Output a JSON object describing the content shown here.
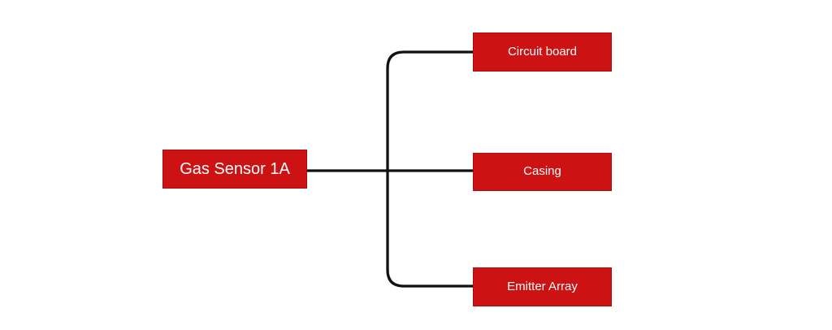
{
  "colors": {
    "background": "#ffffff",
    "box_fill": "#cc1212",
    "box_border": "#ad0f0f",
    "box_text": "#ffffff",
    "connector": "#111111"
  },
  "diagram": {
    "type": "tree",
    "root": {
      "label": "Gas Sensor 1A"
    },
    "children": [
      {
        "label": "Circuit board"
      },
      {
        "label": "Casing"
      },
      {
        "label": "Emitter Array"
      }
    ]
  }
}
